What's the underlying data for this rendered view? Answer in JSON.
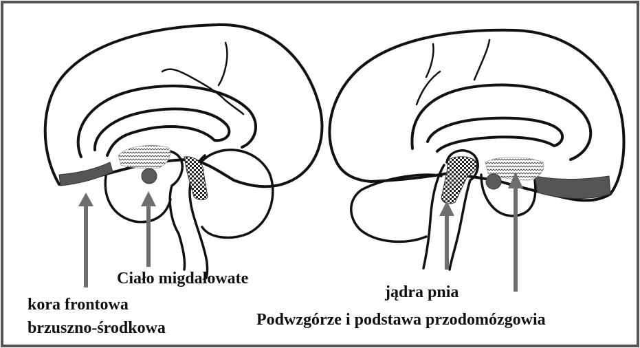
{
  "labels": {
    "amygdala": "Ciało migdałowate",
    "cortex_line1": "kora frontowa",
    "cortex_line2": "brzuszno-środkowa",
    "brainstem_nuclei": "jądra pnia",
    "hypothalamus": "Podwzgórze i podstawa przodomózgowia"
  },
  "colors": {
    "outline": "#111111",
    "arrow": "#6e6e6e",
    "region_fill": "#5a5a5a",
    "frame": "#555555",
    "background": "#ffffff"
  }
}
